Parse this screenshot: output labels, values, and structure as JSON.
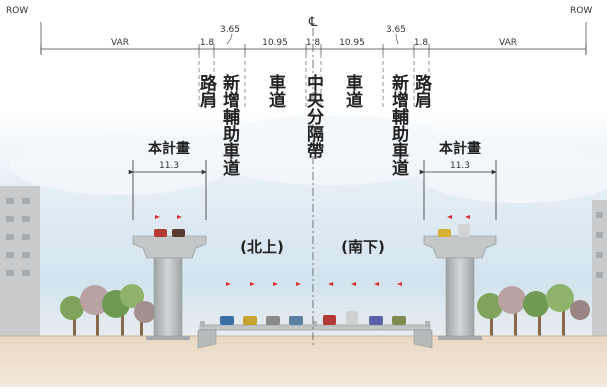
{
  "labels": {
    "row_left": "ROW",
    "row_right": "ROW",
    "centerline": "℄"
  },
  "dimensions": {
    "var_left": "VAR",
    "shoulder_left": "1.8",
    "aux_left": "3.65",
    "lane_left": "10.95",
    "median": "1.8",
    "lane_right": "10.95",
    "aux_right": "3.65",
    "shoulder_right": "1.8",
    "var_right": "VAR",
    "project_left_width": "11.3",
    "project_right_width": "11.3"
  },
  "zones": {
    "shoulder": "路肩",
    "aux_lane": "新增輔助車道",
    "lane": "車道",
    "median": "中央分隔帶"
  },
  "project": {
    "left": "本計畫",
    "right": "本計畫"
  },
  "directions": {
    "north": "(北上)",
    "south": "(南下)"
  },
  "colors": {
    "sky": "#dde9f2",
    "ground": "#eadccb",
    "bridge": "#bfc3c4",
    "arrow": "#d9302c"
  }
}
